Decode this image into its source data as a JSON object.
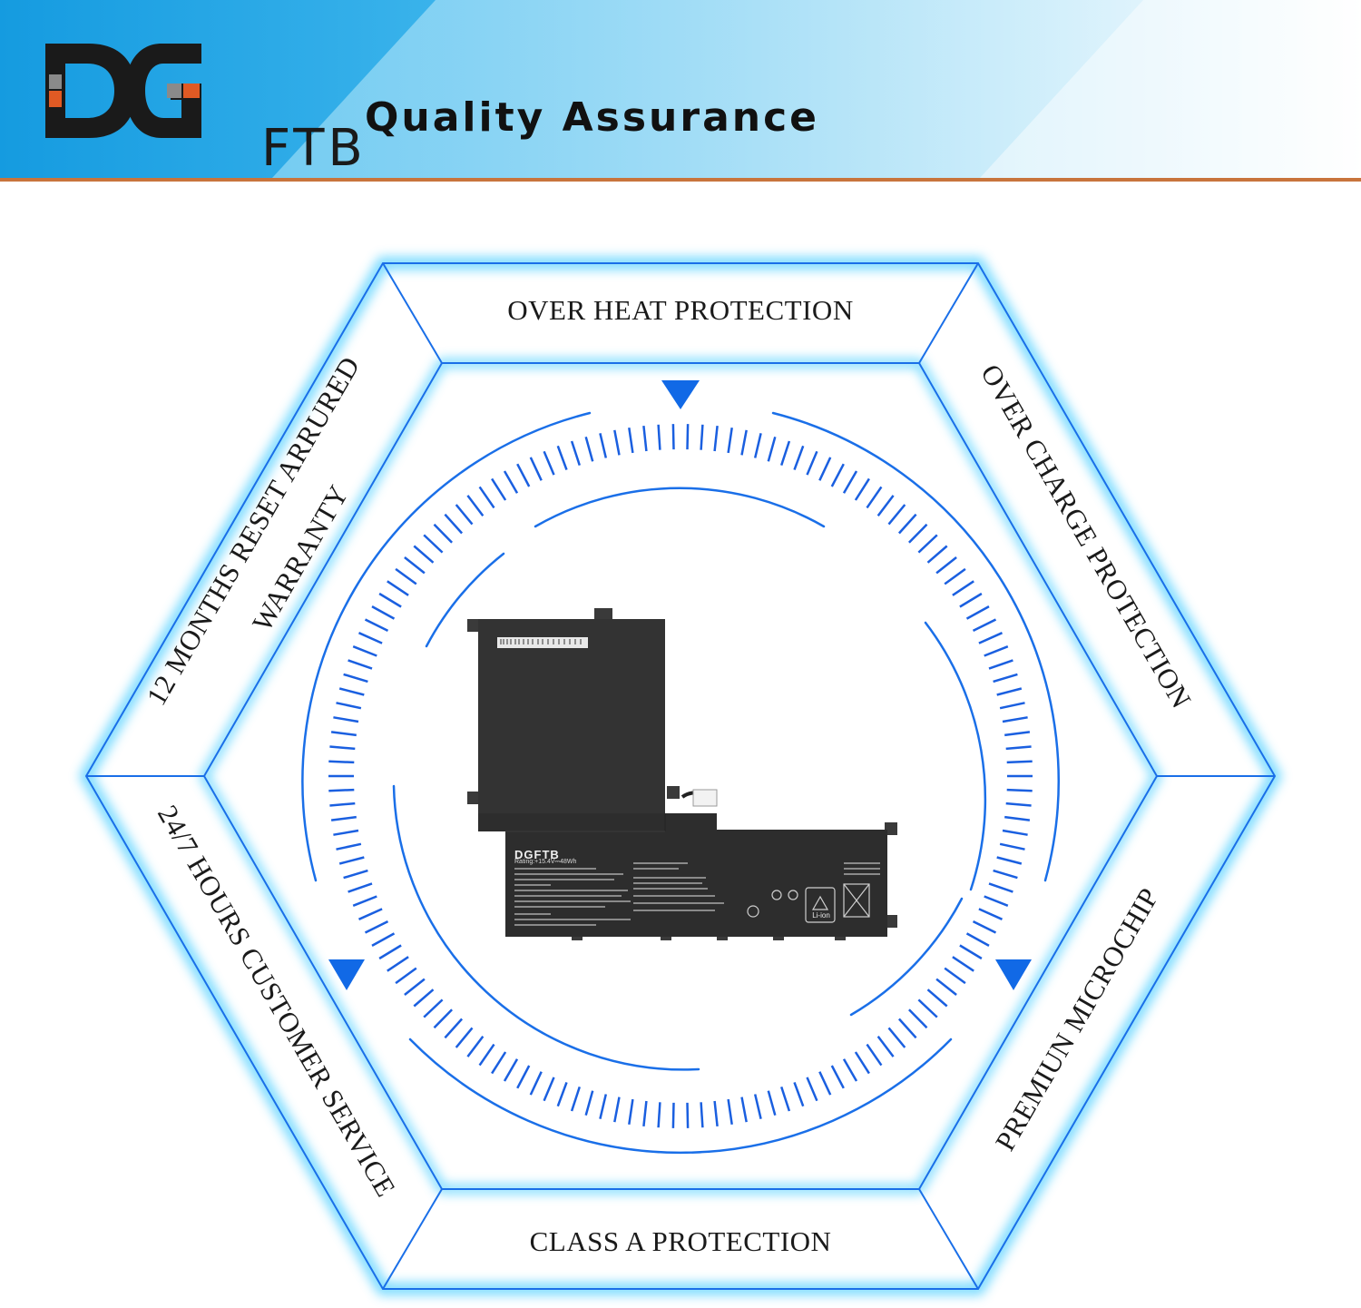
{
  "banner": {
    "logo_suffix": "FTB",
    "title": "Quality Assurance",
    "colors": {
      "gradient_start": "#169ce0",
      "gradient_end": "#ffffff",
      "underline": "#c8743c",
      "logo_accent": "#e05a24",
      "logo_gray": "#8a8a8a",
      "logo_dark": "#1a1a1a"
    }
  },
  "features": {
    "top": "OVER HEAT PROTECTION",
    "upper_right": "OVER CHARGE PROTECTION",
    "lower_right": "PREMIUN MICROCHIP",
    "bottom": "CLASS A PROTECTION",
    "lower_left": "24/7 HOURS CUSTOMER SERVICE",
    "upper_left_line1": "12 MONTHS RESET ARRURED",
    "upper_left_line2": "WARRANTY"
  },
  "product": {
    "brand": "DGFTB",
    "rating": "Rating:+15.4V⎓48Wh",
    "chemistry_mark": "Li-ion"
  },
  "colors": {
    "accent_blue": "#1169e6",
    "glow": "#60d4ff",
    "battery_body": "#2b2b2b"
  }
}
